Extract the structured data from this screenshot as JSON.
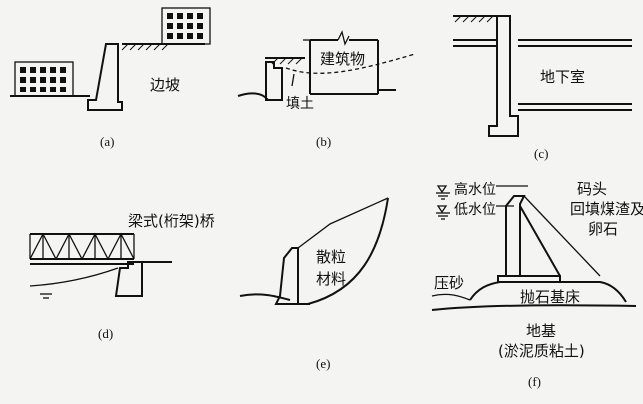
{
  "panels": {
    "a": {
      "caption": "(a)",
      "label": "边坡"
    },
    "b": {
      "caption": "(b)",
      "label_building": "建筑物",
      "label_fill": "填土"
    },
    "c": {
      "caption": "(c)",
      "label": "地下室"
    },
    "d": {
      "caption": "(d)",
      "label": "梁式(桁架)桥"
    },
    "e": {
      "caption": "(e)",
      "label_line1": "散粒",
      "label_line2": "材料"
    },
    "f": {
      "caption": "(f)",
      "high_water": "高水位",
      "low_water": "低水位",
      "wharf_line1": "码头",
      "wharf_line2": "回填煤渣及",
      "wharf_line3": "卵石",
      "sand": "压砂",
      "riprap": "抛石基床",
      "foundation_line1": "地基",
      "foundation_line2": "(淤泥质粘土)"
    }
  }
}
